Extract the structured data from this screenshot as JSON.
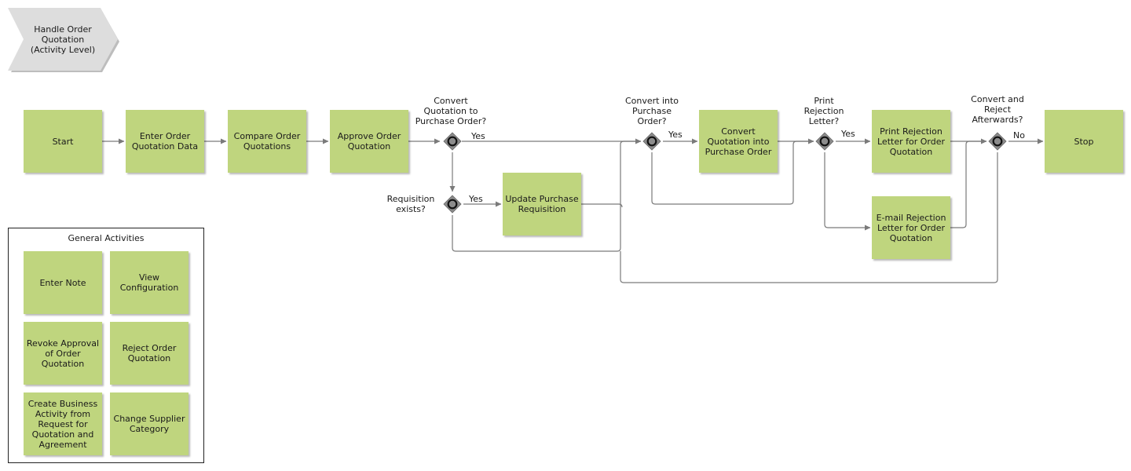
{
  "header": {
    "title": "Handle Order\nQuotation\n(Activity Level)"
  },
  "activities": {
    "start": "Start",
    "enter_data": "Enter Order Quotation Data",
    "compare": "Compare Order Quotations",
    "approve": "Approve Order Quotation",
    "update_req": "Update Purchase Requisition",
    "convert": "Convert Quotation into Purchase Order",
    "print_rej": "Print Rejection Letter for Order Quotation",
    "email_rej": "E-mail Rejection Letter for Order Quotation",
    "stop": "Stop"
  },
  "gateways": {
    "g1": "Convert\nQuotation to\nPurchase Order?",
    "g2": "Requisition\nexists?",
    "g3": "Convert into\nPurchase\nOrder?",
    "g4": "Print\nRejection\nLetter?",
    "g5": "Convert and\nReject\nAfterwards?"
  },
  "edges": {
    "yes": "Yes",
    "no": "No"
  },
  "general": {
    "title": "General Activities",
    "enter_note": "Enter Note",
    "view_config": "View Configuration",
    "revoke": "Revoke Approval of Order Quotation",
    "reject": "Reject Order Quotation",
    "create_ba": "Create Business Activity from Request for Quotation and Agreement",
    "change_cat": "Change Supplier Category"
  },
  "colors": {
    "activity": "#bfd57e",
    "line": "#7a7a7a",
    "gateway": "#8c8c8c",
    "chevron": "#dddddd"
  }
}
